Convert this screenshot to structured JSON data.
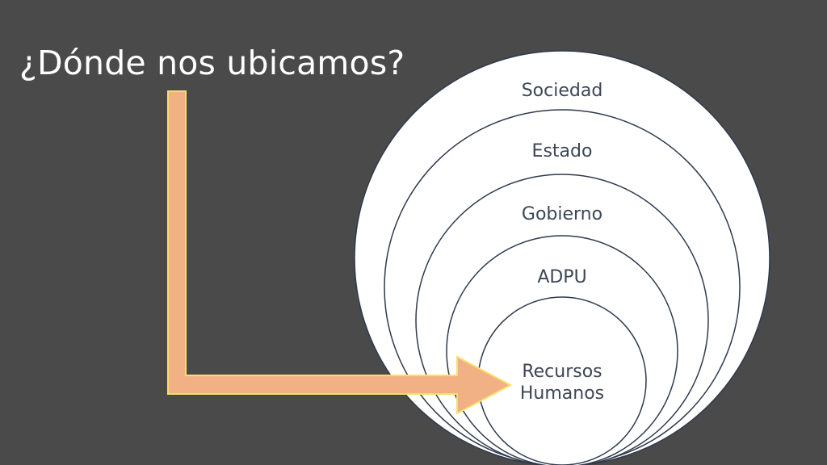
{
  "slide": {
    "title": "¿Dónde nos ubicamos?"
  },
  "diagram": {
    "rings": [
      {
        "label": "Sociedad"
      },
      {
        "label": "Estado"
      },
      {
        "label": "Gobierno"
      },
      {
        "label": "ADPU"
      },
      {
        "label_line1": "Recursos",
        "label_line2": "Humanos"
      }
    ]
  },
  "colors": {
    "background": "#4a4a4a",
    "title_text": "#ffffff",
    "circle_fill": "#ffffff",
    "circle_stroke": "#2e3a4d",
    "label_text": "#3c4655",
    "arrow_fill": "#f2b184",
    "arrow_outline": "#f5e06a"
  },
  "icons": {
    "arrow": "bent-arrow-icon"
  }
}
